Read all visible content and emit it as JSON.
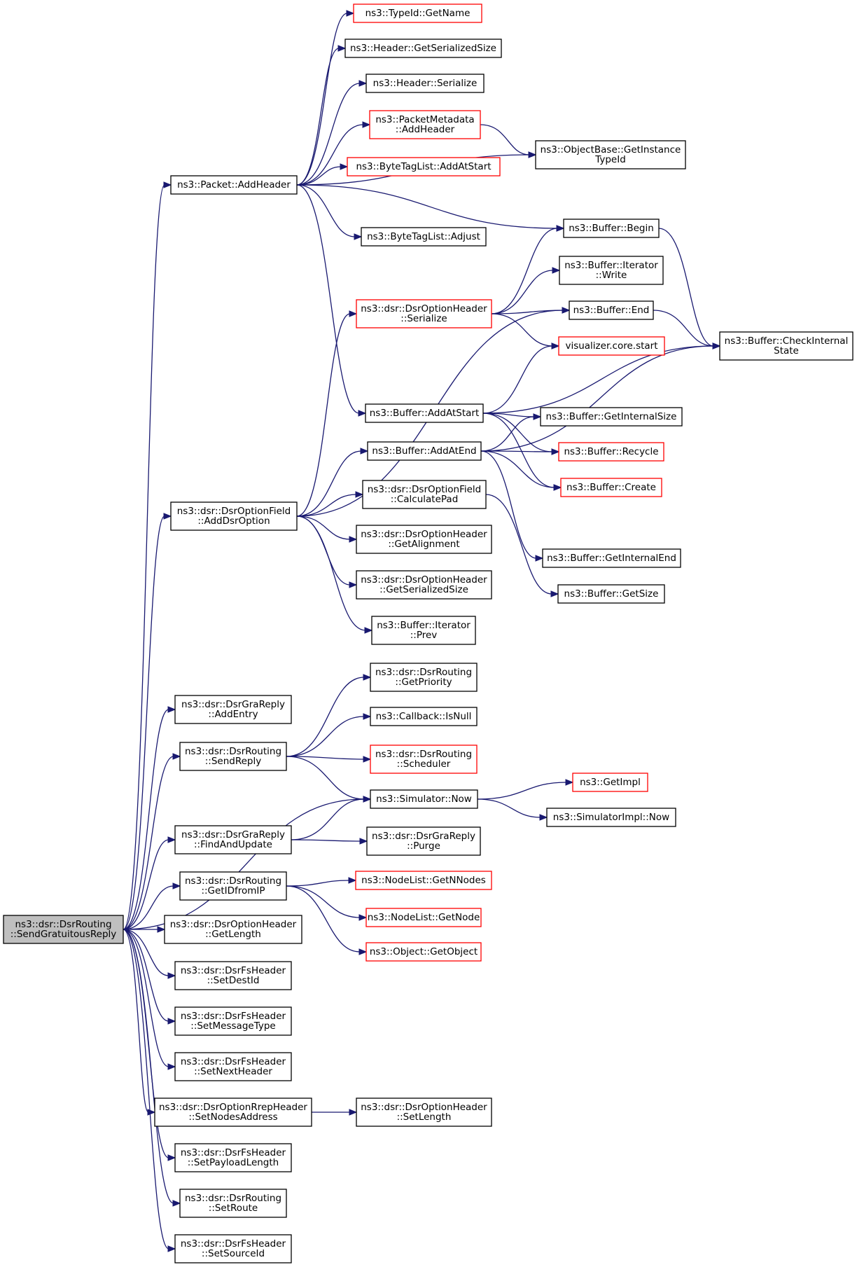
{
  "diagram": {
    "type": "call-graph",
    "edge_color": "#191970",
    "highlight_color": "#bfbfbf",
    "truncated_node_border_color": "#ff0000",
    "nodes": [
      {
        "id": "root",
        "lines": [
          "ns3::dsr::DsrRouting",
          "::SendGratuitousReply"
        ],
        "style": "root"
      },
      {
        "id": "pkt_addheader",
        "lines": [
          "ns3::Packet::AddHeader"
        ],
        "style": "normal"
      },
      {
        "id": "typeid_getname",
        "lines": [
          "ns3::TypeId::GetName"
        ],
        "style": "truncated"
      },
      {
        "id": "header_getser",
        "lines": [
          "ns3::Header::GetSerializedSize"
        ],
        "style": "normal"
      },
      {
        "id": "header_serialize",
        "lines": [
          "ns3::Header::Serialize"
        ],
        "style": "normal"
      },
      {
        "id": "pm_addheader",
        "lines": [
          "ns3::PacketMetadata",
          "::AddHeader"
        ],
        "style": "truncated"
      },
      {
        "id": "objbase",
        "lines": [
          "ns3::ObjectBase::GetInstance",
          "TypeId"
        ],
        "style": "normal"
      },
      {
        "id": "btl_addatstart",
        "lines": [
          "ns3::ByteTagList::AddAtStart"
        ],
        "style": "truncated"
      },
      {
        "id": "btl_adjust",
        "lines": [
          "ns3::ByteTagList::Adjust"
        ],
        "style": "normal"
      },
      {
        "id": "buf_begin",
        "lines": [
          "ns3::Buffer::Begin"
        ],
        "style": "normal"
      },
      {
        "id": "buf_iter_write",
        "lines": [
          "ns3::Buffer::Iterator",
          "::Write"
        ],
        "style": "normal"
      },
      {
        "id": "doh_serialize",
        "lines": [
          "ns3::dsr::DsrOptionHeader",
          "::Serialize"
        ],
        "style": "truncated"
      },
      {
        "id": "buf_end",
        "lines": [
          "ns3::Buffer::End"
        ],
        "style": "normal"
      },
      {
        "id": "buf_checkinternal",
        "lines": [
          "ns3::Buffer::CheckInternal",
          "State"
        ],
        "style": "normal"
      },
      {
        "id": "viz_start",
        "lines": [
          "visualizer.core.start"
        ],
        "style": "truncated"
      },
      {
        "id": "buf_addatstart",
        "lines": [
          "ns3::Buffer::AddAtStart"
        ],
        "style": "normal"
      },
      {
        "id": "buf_getinternalsize",
        "lines": [
          "ns3::Buffer::GetInternalSize"
        ],
        "style": "normal"
      },
      {
        "id": "buf_addatend",
        "lines": [
          "ns3::Buffer::AddAtEnd"
        ],
        "style": "normal"
      },
      {
        "id": "buf_recycle",
        "lines": [
          "ns3::Buffer::Recycle"
        ],
        "style": "truncated"
      },
      {
        "id": "buf_create",
        "lines": [
          "ns3::Buffer::Create"
        ],
        "style": "truncated"
      },
      {
        "id": "dof_adddsroption",
        "lines": [
          "ns3::dsr::DsrOptionField",
          "::AddDsrOption"
        ],
        "style": "normal"
      },
      {
        "id": "dof_calcpad",
        "lines": [
          "ns3::dsr::DsrOptionField",
          "::CalculatePad"
        ],
        "style": "normal"
      },
      {
        "id": "doh_getalign",
        "lines": [
          "ns3::dsr::DsrOptionHeader",
          "::GetAlignment"
        ],
        "style": "normal"
      },
      {
        "id": "buf_getinternalend",
        "lines": [
          "ns3::Buffer::GetInternalEnd"
        ],
        "style": "normal"
      },
      {
        "id": "doh_getser",
        "lines": [
          "ns3::dsr::DsrOptionHeader",
          "::GetSerializedSize"
        ],
        "style": "normal"
      },
      {
        "id": "buf_getsize",
        "lines": [
          "ns3::Buffer::GetSize"
        ],
        "style": "normal"
      },
      {
        "id": "buf_iter_prev",
        "lines": [
          "ns3::Buffer::Iterator",
          "::Prev"
        ],
        "style": "normal"
      },
      {
        "id": "dr_getpriority",
        "lines": [
          "ns3::dsr::DsrRouting",
          "::GetPriority"
        ],
        "style": "normal"
      },
      {
        "id": "gra_addentry",
        "lines": [
          "ns3::dsr::DsrGraReply",
          "::AddEntry"
        ],
        "style": "normal"
      },
      {
        "id": "cb_isnull",
        "lines": [
          "ns3::Callback::IsNull"
        ],
        "style": "normal"
      },
      {
        "id": "dr_sendreply",
        "lines": [
          "ns3::dsr::DsrRouting",
          "::SendReply"
        ],
        "style": "normal"
      },
      {
        "id": "dr_scheduler",
        "lines": [
          "ns3::dsr::DsrRouting",
          "::Scheduler"
        ],
        "style": "truncated"
      },
      {
        "id": "getimpl",
        "lines": [
          "ns3::GetImpl"
        ],
        "style": "truncated"
      },
      {
        "id": "sim_now",
        "lines": [
          "ns3::Simulator::Now"
        ],
        "style": "normal"
      },
      {
        "id": "simimpl_now",
        "lines": [
          "ns3::SimulatorImpl::Now"
        ],
        "style": "normal"
      },
      {
        "id": "gra_findandupdate",
        "lines": [
          "ns3::dsr::DsrGraReply",
          "::FindAndUpdate"
        ],
        "style": "normal"
      },
      {
        "id": "gra_purge",
        "lines": [
          "ns3::dsr::DsrGraReply",
          "::Purge"
        ],
        "style": "normal"
      },
      {
        "id": "dr_getidfromip",
        "lines": [
          "ns3::dsr::DsrRouting",
          "::GetIDfromIP"
        ],
        "style": "normal"
      },
      {
        "id": "nl_getnnodes",
        "lines": [
          "ns3::NodeList::GetNNodes"
        ],
        "style": "truncated"
      },
      {
        "id": "nl_getnode",
        "lines": [
          "ns3::NodeList::GetNode"
        ],
        "style": "truncated"
      },
      {
        "id": "obj_getobject",
        "lines": [
          "ns3::Object::GetObject"
        ],
        "style": "truncated"
      },
      {
        "id": "doh_getlength",
        "lines": [
          "ns3::dsr::DsrOptionHeader",
          "::GetLength"
        ],
        "style": "normal"
      },
      {
        "id": "fs_setdestid",
        "lines": [
          "ns3::dsr::DsrFsHeader",
          "::SetDestId"
        ],
        "style": "normal"
      },
      {
        "id": "fs_setmsgtype",
        "lines": [
          "ns3::dsr::DsrFsHeader",
          "::SetMessageType"
        ],
        "style": "normal"
      },
      {
        "id": "fs_setnexthdr",
        "lines": [
          "ns3::dsr::DsrFsHeader",
          "::SetNextHeader"
        ],
        "style": "normal"
      },
      {
        "id": "dorrep_setnodes",
        "lines": [
          "ns3::dsr::DsrOptionRrepHeader",
          "::SetNodesAddress"
        ],
        "style": "normal"
      },
      {
        "id": "doh_setlength",
        "lines": [
          "ns3::dsr::DsrOptionHeader",
          "::SetLength"
        ],
        "style": "normal"
      },
      {
        "id": "fs_setpayload",
        "lines": [
          "ns3::dsr::DsrFsHeader",
          "::SetPayloadLength"
        ],
        "style": "normal"
      },
      {
        "id": "dr_setroute",
        "lines": [
          "ns3::dsr::DsrRouting",
          "::SetRoute"
        ],
        "style": "normal"
      },
      {
        "id": "fs_setsourceid",
        "lines": [
          "ns3::dsr::DsrFsHeader",
          "::SetSourceId"
        ],
        "style": "normal"
      }
    ],
    "edges": [
      [
        "root",
        "pkt_addheader"
      ],
      [
        "root",
        "dof_adddsroption"
      ],
      [
        "root",
        "gra_addentry"
      ],
      [
        "root",
        "dr_sendreply"
      ],
      [
        "root",
        "sim_now"
      ],
      [
        "root",
        "gra_findandupdate"
      ],
      [
        "root",
        "dr_getidfromip"
      ],
      [
        "root",
        "doh_getlength"
      ],
      [
        "root",
        "fs_setdestid"
      ],
      [
        "root",
        "fs_setmsgtype"
      ],
      [
        "root",
        "fs_setnexthdr"
      ],
      [
        "root",
        "dorrep_setnodes"
      ],
      [
        "root",
        "fs_setpayload"
      ],
      [
        "root",
        "dr_setroute"
      ],
      [
        "root",
        "fs_setsourceid"
      ],
      [
        "pkt_addheader",
        "typeid_getname"
      ],
      [
        "pkt_addheader",
        "header_getser"
      ],
      [
        "pkt_addheader",
        "header_serialize"
      ],
      [
        "pkt_addheader",
        "pm_addheader"
      ],
      [
        "pkt_addheader",
        "btl_addatstart"
      ],
      [
        "pkt_addheader",
        "objbase"
      ],
      [
        "pkt_addheader",
        "btl_adjust"
      ],
      [
        "pkt_addheader",
        "buf_begin"
      ],
      [
        "pkt_addheader",
        "buf_addatstart"
      ],
      [
        "pm_addheader",
        "objbase"
      ],
      [
        "buf_begin",
        "buf_checkinternal"
      ],
      [
        "doh_serialize",
        "buf_begin"
      ],
      [
        "doh_serialize",
        "buf_iter_write"
      ],
      [
        "doh_serialize",
        "buf_end"
      ],
      [
        "doh_serialize",
        "viz_start"
      ],
      [
        "buf_end",
        "buf_checkinternal"
      ],
      [
        "buf_addatstart",
        "viz_start"
      ],
      [
        "buf_addatstart",
        "buf_checkinternal"
      ],
      [
        "buf_addatstart",
        "buf_getinternalsize"
      ],
      [
        "buf_addatstart",
        "buf_recycle"
      ],
      [
        "buf_addatstart",
        "buf_create"
      ],
      [
        "buf_addatend",
        "buf_getinternalsize"
      ],
      [
        "buf_addatend",
        "buf_recycle"
      ],
      [
        "buf_addatend",
        "buf_create"
      ],
      [
        "buf_addatend",
        "buf_checkinternal"
      ],
      [
        "buf_addatend",
        "buf_getinternalend"
      ],
      [
        "dof_adddsroption",
        "doh_serialize"
      ],
      [
        "dof_adddsroption",
        "buf_end"
      ],
      [
        "dof_adddsroption",
        "buf_addatend"
      ],
      [
        "dof_adddsroption",
        "dof_calcpad"
      ],
      [
        "dof_adddsroption",
        "doh_getalign"
      ],
      [
        "dof_adddsroption",
        "doh_getser"
      ],
      [
        "dof_adddsroption",
        "buf_iter_prev"
      ],
      [
        "dof_calcpad",
        "buf_getsize"
      ],
      [
        "dr_sendreply",
        "dr_getpriority"
      ],
      [
        "dr_sendreply",
        "cb_isnull"
      ],
      [
        "dr_sendreply",
        "dr_scheduler"
      ],
      [
        "dr_sendreply",
        "sim_now"
      ],
      [
        "sim_now",
        "getimpl"
      ],
      [
        "sim_now",
        "simimpl_now"
      ],
      [
        "gra_findandupdate",
        "sim_now"
      ],
      [
        "gra_findandupdate",
        "gra_purge"
      ],
      [
        "dr_getidfromip",
        "nl_getnnodes"
      ],
      [
        "dr_getidfromip",
        "nl_getnode"
      ],
      [
        "dr_getidfromip",
        "obj_getobject"
      ],
      [
        "dorrep_setnodes",
        "doh_setlength"
      ]
    ]
  }
}
